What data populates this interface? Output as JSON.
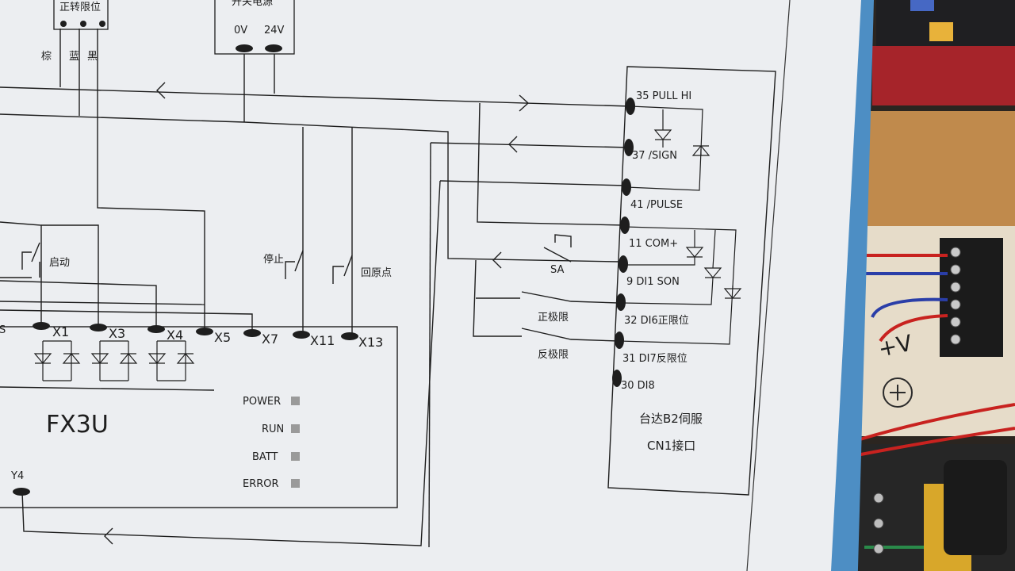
{
  "plc": {
    "model": "FX3U",
    "inputs": [
      "S",
      "X1",
      "X3",
      "X4",
      "X5",
      "X7",
      "X11",
      "X13"
    ],
    "output": "Y4",
    "leds": [
      "POWER",
      "RUN",
      "BATT",
      "ERROR"
    ]
  },
  "switches": {
    "start": "启动",
    "stop": "停止",
    "home": "回原点",
    "sa": "SA",
    "pos_limit": "正极限",
    "neg_limit": "反极限"
  },
  "top": {
    "limit_label": "正转限位",
    "wire_colors": [
      "棕",
      "蓝",
      "黑"
    ],
    "psu_title": "开关电源",
    "psu_terminals": [
      "0V",
      "24V"
    ]
  },
  "servo": {
    "pins": [
      "35 PULL HI",
      "37 /SIGN",
      "41 /PULSE",
      "11 COM+",
      "9 DI1 SON",
      "32 DI6正限位",
      "31 DI7反限位",
      "30 DI8"
    ],
    "title": "台达B2伺服",
    "subtitle": "CN1接口"
  },
  "photo_props": {
    "terminal_note": "+V"
  }
}
